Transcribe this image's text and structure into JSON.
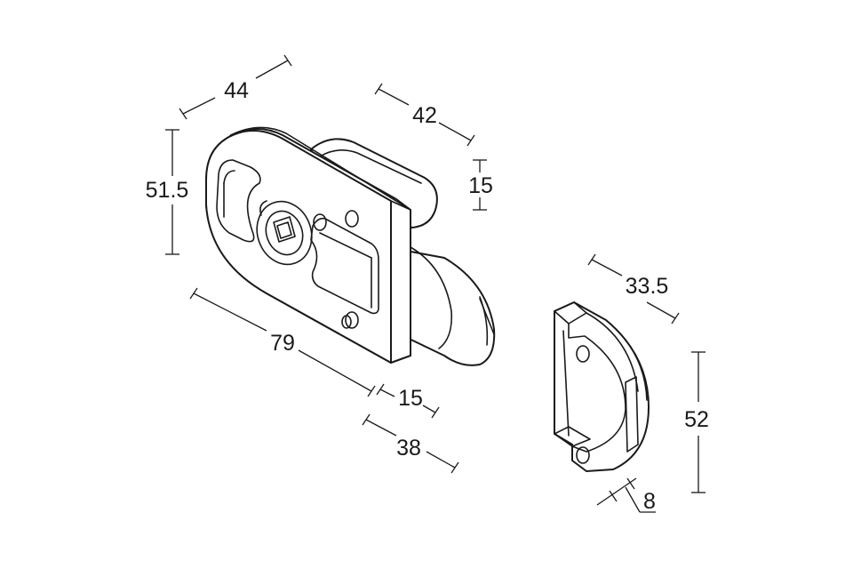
{
  "colors": {
    "ink": "#1a1a1a",
    "background": "#ffffff"
  },
  "dimensions": {
    "width_top": "44",
    "height_left": "51.5",
    "length_bottom": "79",
    "width_bolt": "42",
    "bolt_thickness": "15",
    "faceplate_thickness": "15",
    "bolt_length": "38",
    "keeper_width": "33.5",
    "keeper_height": "52",
    "keeper_thickness": "8"
  }
}
